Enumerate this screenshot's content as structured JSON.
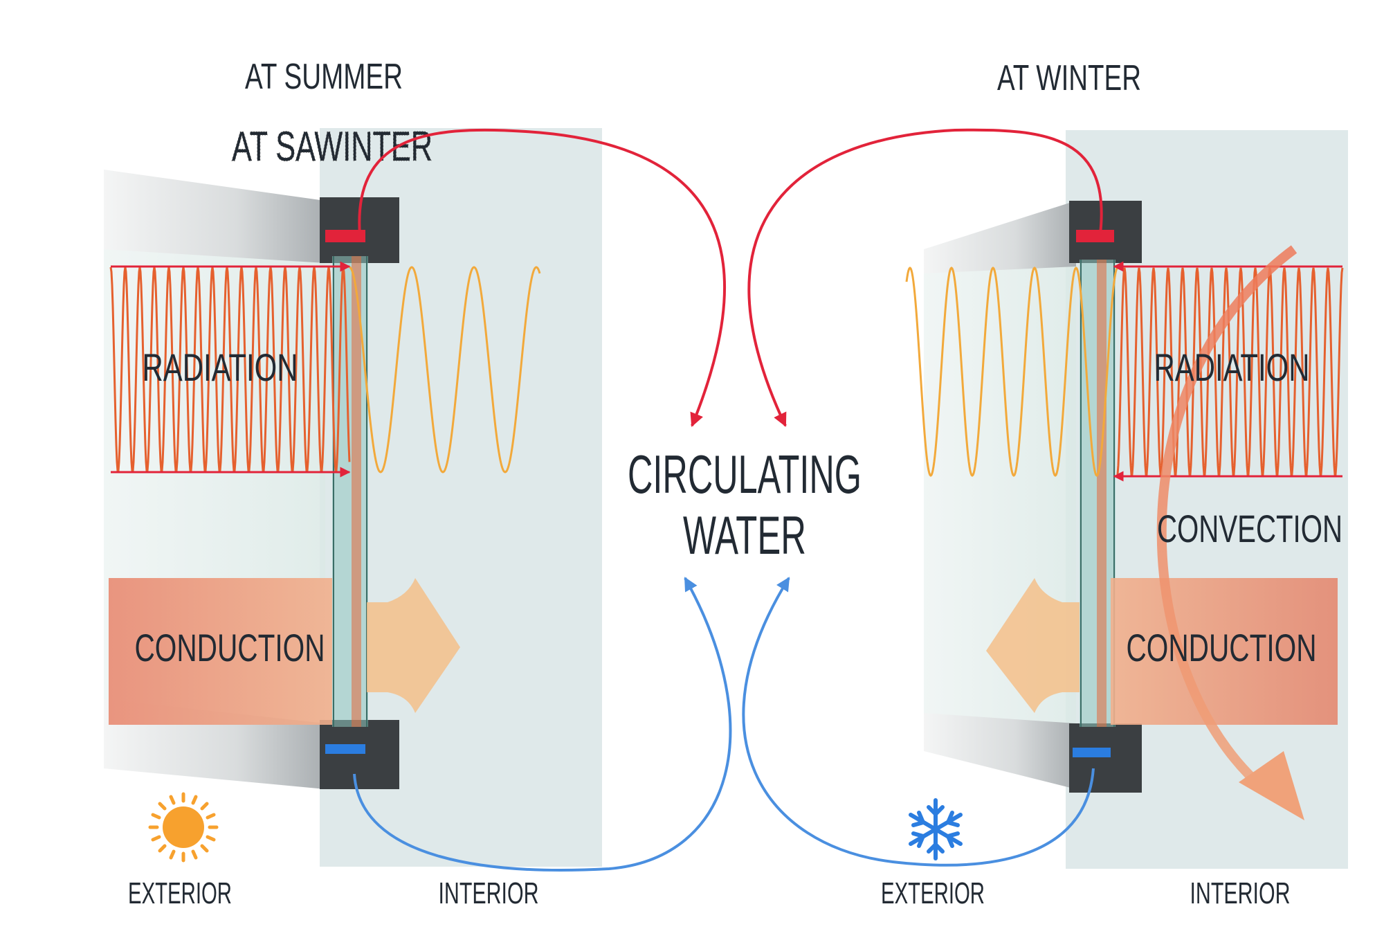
{
  "panels": {
    "summer": {
      "title": "AT SUMMER",
      "ghost_text": "AT SAWINTER",
      "radiation": "RADIATION",
      "conduction": "CONDUCTION",
      "exterior": "EXTERIOR",
      "interior": "INTERIOR",
      "weather_icon": "sun-icon"
    },
    "winter": {
      "title": "AT WINTER",
      "radiation": "RADIATION",
      "convection": "CONVECTION",
      "conduction": "CONDUCTION",
      "exterior": "EXTERIOR",
      "interior": "INTERIOR",
      "weather_icon": "snowflake-icon"
    }
  },
  "center": {
    "line1": "CIRCULATING",
    "line2": "WATER"
  },
  "colors": {
    "hot_water": "#e2233a",
    "cold_water": "#4a8fe0",
    "radiation_wave": "#e5602e",
    "transmitted_wave": "#f2a93b",
    "conduction_box": "#e48a6a",
    "conduction_arrow": "#f5c08a",
    "glass_panel": "#dde8ea",
    "sun": "#f7a12e",
    "snow": "#2b7de0",
    "label": "#222a33"
  }
}
